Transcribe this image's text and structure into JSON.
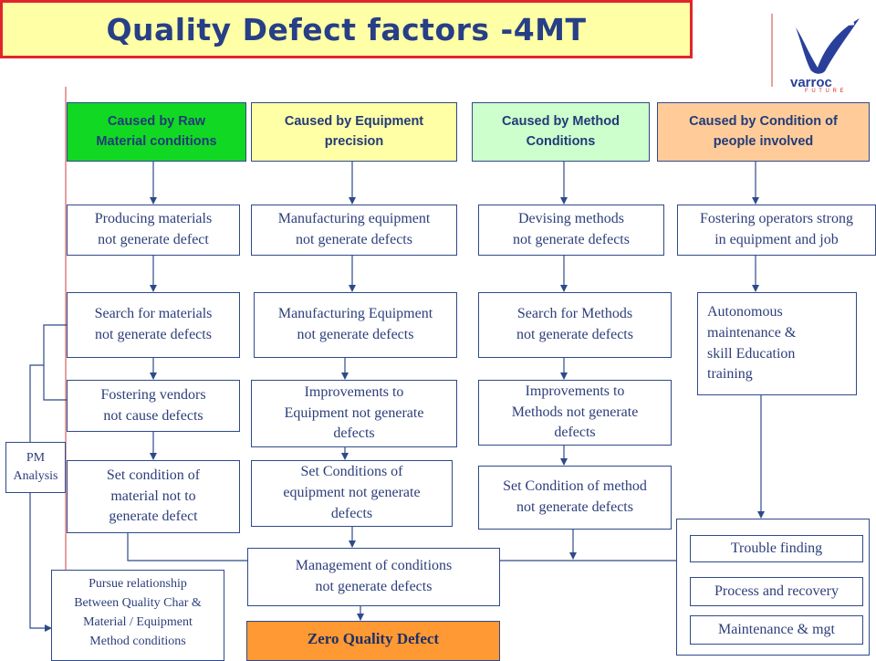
{
  "title": "Quality Defect factors -4MT",
  "logo": {
    "name": "varroc",
    "tagline": "F U T U R E"
  },
  "headers": [
    {
      "text": "Caused by Raw\nMaterial conditions",
      "color": "#11d923"
    },
    {
      "text": "Caused by Equipment\nprecision",
      "color": "#ffffa6"
    },
    {
      "text": "Caused by Method\nConditions",
      "color": "#ccffcc"
    },
    {
      "text": "Caused by Condition of\npeople involved",
      "color": "#ffcc99"
    }
  ],
  "col1": {
    "r1": "Producing materials\nnot generate defect",
    "r2": "Search for materials\nnot generate defects",
    "r3": "Fostering vendors\nnot cause defects",
    "r4": "Set condition of\nmaterial not to\ngenerate defect"
  },
  "col2": {
    "r1": "Manufacturing equipment\nnot generate defects",
    "r2": "Manufacturing Equipment\nnot generate defects",
    "r3": "Improvements to\nEquipment not generate\ndefects",
    "r4": "Set Conditions of\nequipment not generate\ndefects"
  },
  "col3": {
    "r1": "Devising methods\nnot generate defects",
    "r2": "Search for Methods\nnot generate defects",
    "r3": "Improvements to\nMethods not generate\ndefects",
    "r4": "Set Condition of method\nnot generate defects"
  },
  "col4": {
    "r1": "Fostering operators strong\nin equipment and job",
    "r2": "Autonomous\nmaintenance &\nskill Education\ntraining"
  },
  "pm_analysis": "PM\nAnalysis",
  "pursue": "Pursue relationship\nBetween Quality Char &\nMaterial / Equipment\nMethod conditions",
  "management": "Management of conditions\nnot generate defects",
  "zero_defect": {
    "text": "Zero Quality Defect",
    "color": "#ff9933"
  },
  "right_items": [
    "Trouble finding",
    "Process and recovery",
    "Maintenance & mgt"
  ],
  "colors": {
    "line": "#2f4a8a",
    "title_bg": "#ffffa6",
    "title_border": "#e0262a",
    "text": "#273f86"
  }
}
